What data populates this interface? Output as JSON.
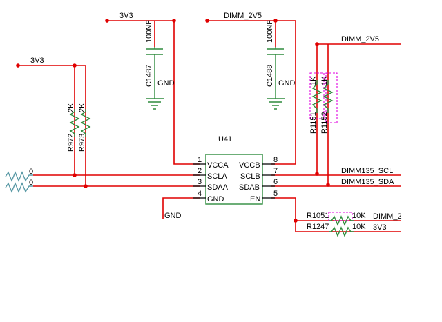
{
  "nets": {
    "v3v3_top": "3V3",
    "dimm_2v5_top": "DIMM_2V5",
    "dimm_2v5_right": "DIMM_2V5",
    "v3v3_left": "3V3",
    "gnd_c1487": "GND",
    "gnd_c1488": "GND",
    "gnd_u41": "GND",
    "scl": "DIMM135_SCL",
    "sda": "DIMM135_SDA",
    "dimm_en": "DIMM_2",
    "v3v3_en": "3V3"
  },
  "capacitors": [
    {
      "ref": "C1487",
      "value": "100NF"
    },
    {
      "ref": "C1488",
      "value": "100NF"
    }
  ],
  "resistors": [
    {
      "ref": "R972",
      "value": "2K"
    },
    {
      "ref": "R973",
      "value": "2K"
    },
    {
      "ref": "R1151",
      "value": "1K"
    },
    {
      "ref": "R1152",
      "value": "1K"
    },
    {
      "ref": "R1051",
      "value": "10K"
    },
    {
      "ref": "R1247",
      "value": "10K"
    }
  ],
  "left_resistor_values": [
    "0",
    "0"
  ],
  "ic": {
    "ref": "U41",
    "pins": [
      {
        "num": "1",
        "name": "VCCA"
      },
      {
        "num": "2",
        "name": "SCLA"
      },
      {
        "num": "3",
        "name": "SDAA"
      },
      {
        "num": "4",
        "name": "GND"
      },
      {
        "num": "8",
        "name": "VCCB"
      },
      {
        "num": "7",
        "name": "SCLB"
      },
      {
        "num": "6",
        "name": "SDAB"
      },
      {
        "num": "5",
        "name": "EN"
      }
    ]
  },
  "colors": {
    "wire": "#e00000",
    "component": "#2e8b3d",
    "pullup_highlight": "#e100e1",
    "left_resistor": "#5b9aa6"
  }
}
